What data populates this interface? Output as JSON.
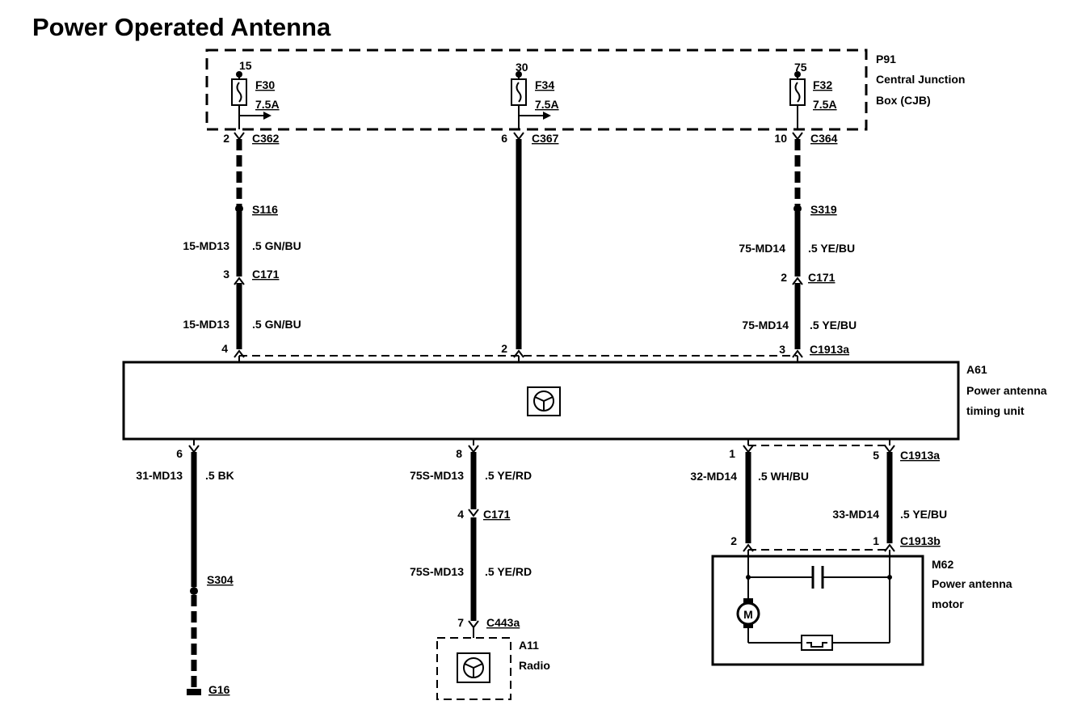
{
  "title": "Power Operated Antenna",
  "cjb": {
    "id": "P91",
    "line1": "Central Junction",
    "line2": "Box (CJB)"
  },
  "fuses": [
    {
      "pin": "15",
      "name": "F30",
      "rating": "7.5A",
      "conn_pin": "2",
      "conn": "C362"
    },
    {
      "pin": "30",
      "name": "F34",
      "rating": "7.5A",
      "conn_pin": "6",
      "conn": "C367"
    },
    {
      "pin": "75",
      "name": "F32",
      "rating": "7.5A",
      "conn_pin": "10",
      "conn": "C364"
    }
  ],
  "upper": {
    "left": {
      "splice": "S116",
      "wire1": "15-MD13",
      "color1": ".5 GN/BU",
      "c171_pin": "3",
      "c171": "C171",
      "wire2": "15-MD13",
      "color2": ".5 GN/BU",
      "pin": "4"
    },
    "middle": {
      "pin": "2"
    },
    "right": {
      "splice": "S319",
      "wire1": "75-MD14",
      "color1": ".5 YE/BU",
      "c171_pin": "2",
      "c171": "C171",
      "wire2": "75-MD14",
      "color2": ".5 YE/BU",
      "pin": "3",
      "conn": "C1913a"
    }
  },
  "timing_unit": {
    "id": "A61",
    "line1": "Power antenna",
    "line2": "timing unit"
  },
  "lower": {
    "ground": {
      "pin": "6",
      "wire": "31-MD13",
      "color": ".5 BK",
      "splice": "S304",
      "ground": "G16"
    },
    "radio_wire": {
      "pin": "8",
      "wire": "75S-MD13",
      "color": ".5 YE/RD",
      "c171_pin": "4",
      "c171": "C171",
      "wire2": "75S-MD13",
      "color2": ".5 YE/RD",
      "c443_pin": "7",
      "c443": "C443a"
    },
    "motor_wires": {
      "pin1": "1",
      "wire1": "32-MD14",
      "color1": ".5 WH/BU",
      "pin5": "5",
      "conn_top": "C1913a",
      "wire2": "33-MD14",
      "color2": ".5 YE/BU",
      "pin2b": "2",
      "pin1b": "1",
      "conn_bottom": "C1913b"
    }
  },
  "radio": {
    "id": "A11",
    "name": "Radio"
  },
  "motor": {
    "id": "M62",
    "line1": "Power antenna",
    "line2": "motor",
    "symbol": "M"
  }
}
